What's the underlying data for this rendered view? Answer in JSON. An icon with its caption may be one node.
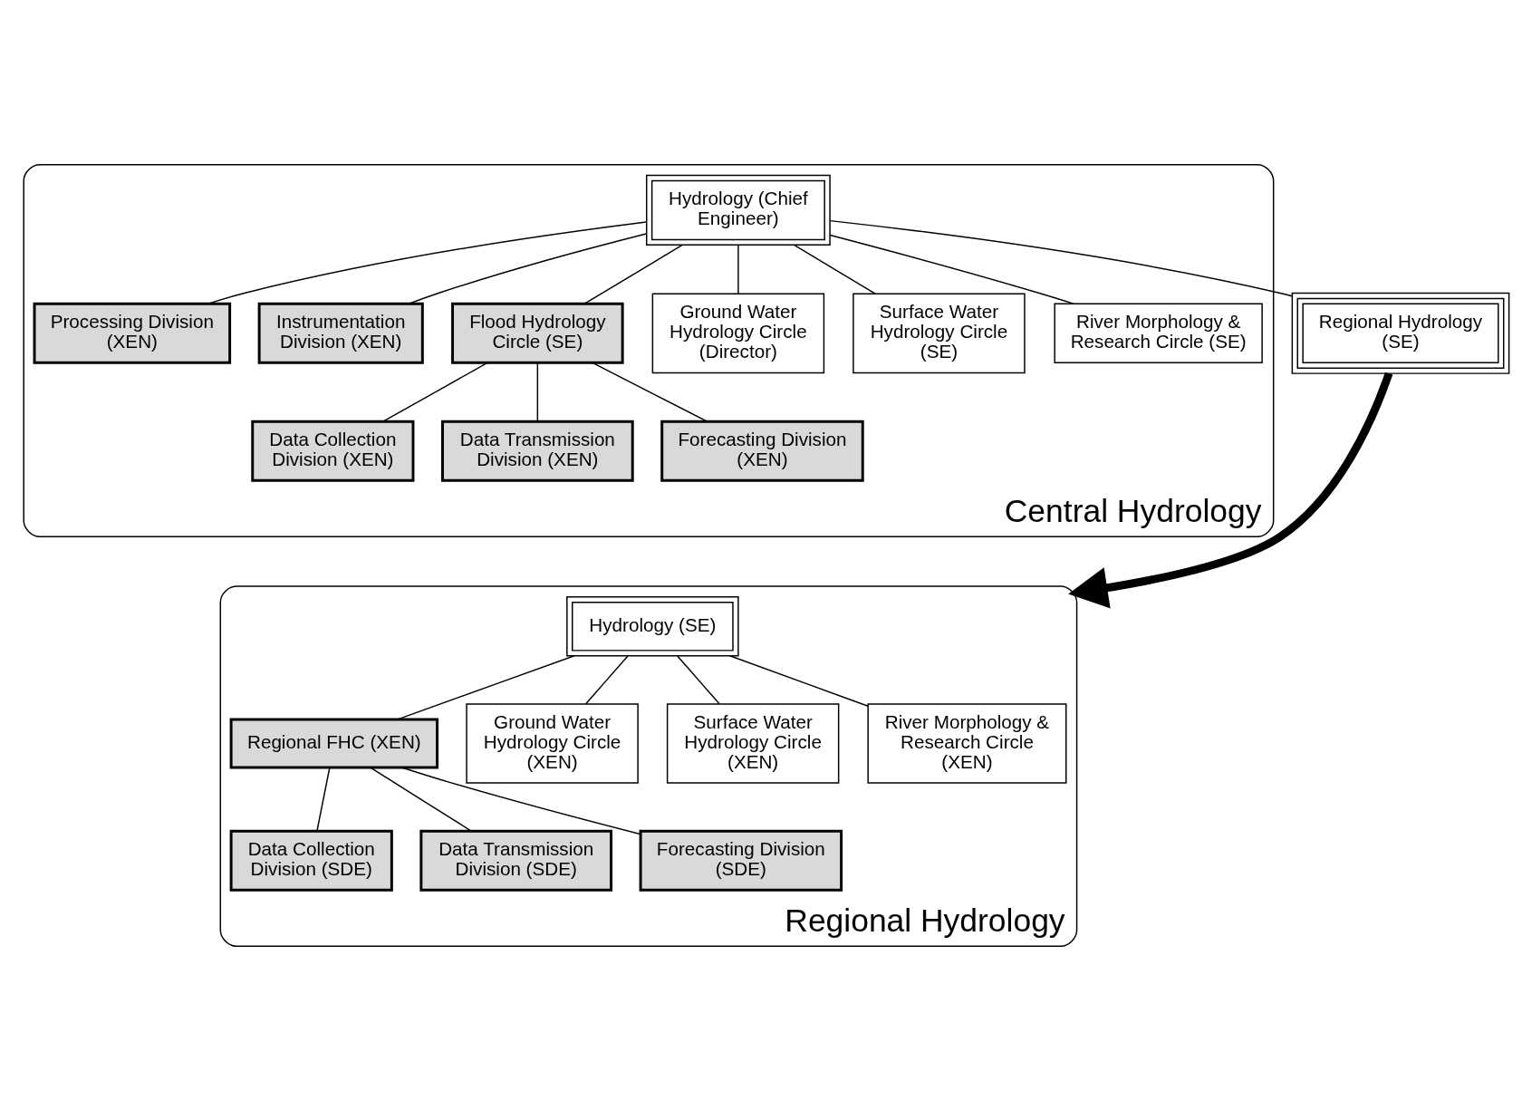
{
  "diagram": {
    "nodes": [
      {
        "text": [
          "Central Hydrology"
        ]
      },
      {
        "text": [
          "Processing Division (XEN)"
        ],
        "in": 0
      },
      {
        "text": [
          "Hydrology (Chief Engineer)"
        ],
        "in": 0
      },
      {
        "text": [
          "Instrumentation Division (XEN)"
        ],
        "in": 0
      },
      {
        "text": [
          "Flood Hydrology Circle (SE)"
        ],
        "in": 0
      },
      {
        "text": [
          "Ground Water Hydrology Circle (Director)"
        ],
        "in": 0
      },
      {
        "text": [
          "Surface Water Hydrology Circle (SE)"
        ],
        "in": 0
      },
      {
        "text": [
          "River Morphology & Research Circle (SE)"
        ],
        "in": 0
      },
      {
        "text": [
          "Regional Hydrology (SE)"
        ]
      },
      {
        "text": [
          "Data Collection Division (XEN)"
        ],
        "in": 0
      },
      {
        "text": [
          "Data Transmission Division (XEN)"
        ],
        "in": 0
      },
      {
        "text": [
          "Forecasting Division (XEN)"
        ],
        "in": 0
      },
      {
        "text": [
          "Regional Hydrology"
        ]
      },
      {
        "text": [
          "Hydrology (SE)"
        ],
        "in": 12
      },
      {
        "text": [
          "Regional FHC (XEN)"
        ],
        "in": 12
      },
      {
        "text": [
          "Ground Water Hydrology Circle (XEN)"
        ],
        "in": 12
      },
      {
        "text": [
          "Surface Water Hydrology Circle (XEN)"
        ],
        "in": 12
      },
      {
        "text": [
          "River Morphology & Research Circle (XEN)"
        ],
        "in": 12
      },
      {
        "text": [
          "Data Collection Division (SDE)"
        ],
        "in": 12
      },
      {
        "text": [
          "Data Transmission Division (SDE)"
        ],
        "in": 12
      },
      {
        "text": [
          "Forecasting Division (SDE)"
        ],
        "in": 12
      }
    ],
    "edges": [
      {
        "from": 2,
        "to": 1,
        "arrow": "none"
      },
      {
        "from": 2,
        "to": 3,
        "arrow": "none"
      },
      {
        "from": 2,
        "to": 4,
        "arrow": "none"
      },
      {
        "from": 2,
        "to": 5,
        "arrow": "none"
      },
      {
        "from": 2,
        "to": 6,
        "arrow": "none"
      },
      {
        "from": 2,
        "to": 7,
        "arrow": "none"
      },
      {
        "from": 2,
        "to": 8,
        "arrow": "none"
      },
      {
        "from": 4,
        "to": 9,
        "arrow": "none"
      },
      {
        "from": 4,
        "to": 10,
        "arrow": "none"
      },
      {
        "from": 4,
        "to": 11,
        "arrow": "none"
      },
      {
        "from": 8,
        "to": 12,
        "arrow": "to",
        "style": "thick"
      },
      {
        "from": 13,
        "to": 14,
        "arrow": "none"
      },
      {
        "from": 13,
        "to": 15,
        "arrow": "none"
      },
      {
        "from": 13,
        "to": 16,
        "arrow": "none"
      },
      {
        "from": 13,
        "to": 17,
        "arrow": "none"
      },
      {
        "from": 14,
        "to": 18,
        "arrow": "none"
      },
      {
        "from": 14,
        "to": 19,
        "arrow": "none"
      },
      {
        "from": 14,
        "to": 20,
        "arrow": "none"
      }
    ]
  }
}
